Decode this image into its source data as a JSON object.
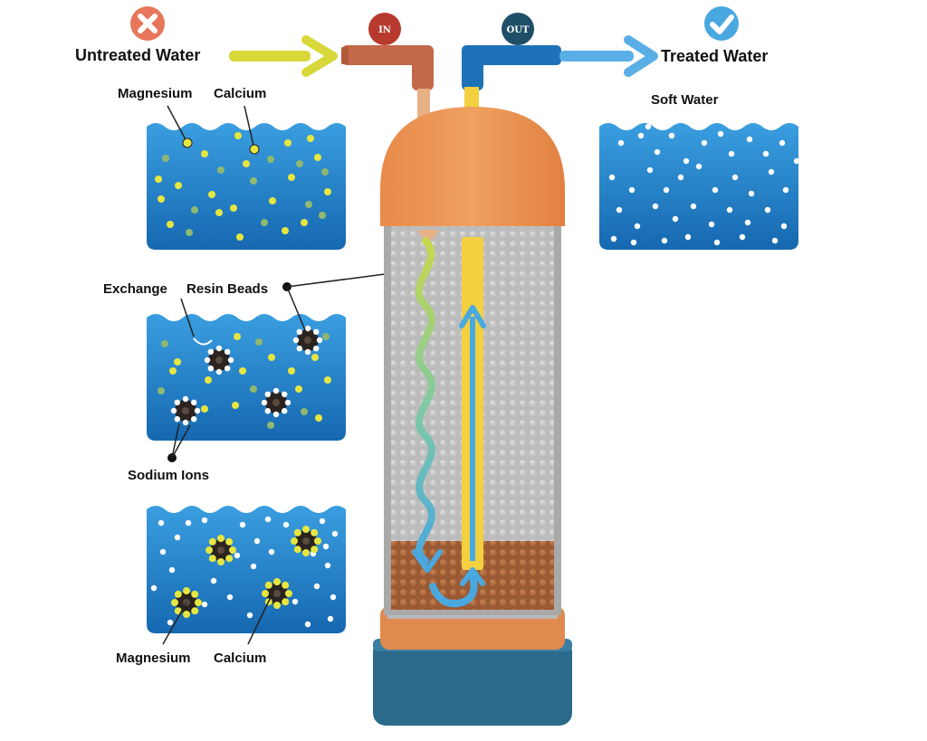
{
  "labels": {
    "untreated_water": "Untreated Water",
    "treated_water": "Treated Water",
    "in_badge": "IN",
    "out_badge": "OUT",
    "soft_water": "Soft Water",
    "magnesium_top": "Magnesium",
    "calcium_top": "Calcium",
    "exchange": "Exchange",
    "resin_beads": "Resin Beads",
    "sodium_ions": "Sodium Ions",
    "magnesium_bottom": "Magnesium",
    "calcium_bottom": "Calcium"
  },
  "icons": {
    "untreated_status": "x-mark-icon",
    "treated_status": "check-mark-icon"
  },
  "colors": {
    "water": "#1e7fc8",
    "water_light": "#4aa8e8",
    "hardness_ion": "#e6e640",
    "sodium_ion": "#ffffff",
    "resin_bead": "#2a2320",
    "tank": "#e08a50",
    "tank_base": "#2b6a8a",
    "in_badge": "#b83a2e",
    "out_badge": "#1f4e68",
    "reject": "#e8765a",
    "accept": "#4aa8e0",
    "inflow_arrow": "#d8d83a",
    "outflow_arrow": "#5aaee6"
  }
}
